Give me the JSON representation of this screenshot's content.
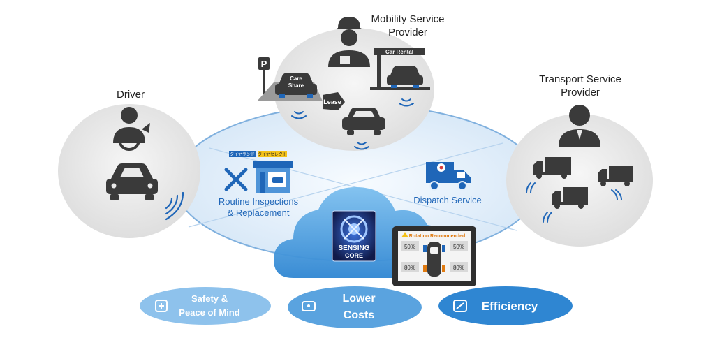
{
  "nodes": {
    "driver": "Driver",
    "mobility_line1": "Mobility Service",
    "mobility_line2": "Provider",
    "transport_line1": "Transport Service",
    "transport_line2": "Provider"
  },
  "services": {
    "routine_line1": "Routine Inspections",
    "routine_line2": "& Replacement",
    "dispatch": "Dispatch Service",
    "shop_sign_1": "タイヤランド",
    "shop_sign_2": "タイヤセレクト"
  },
  "mobility_items": {
    "parking_sign": "P",
    "care_share_line1": "Care",
    "care_share_line2": "Share",
    "lease": "Lease",
    "car_rental": "Car Rental"
  },
  "sensing_core": {
    "line1": "SENSING",
    "line2": "CORE"
  },
  "tablet": {
    "alert": "Rotation Recommended",
    "tire_front_left": "50%",
    "tire_front_right": "50%",
    "tire_rear_left": "80%",
    "tire_rear_right": "80%"
  },
  "benefits": {
    "safety_line1": "Safety &",
    "safety_line2": "Peace of Mind",
    "costs_line1": "Lower",
    "costs_line2": "Costs",
    "efficiency": "Efficiency"
  },
  "colors": {
    "ring_fill": "#e4eff9",
    "ring_stroke": "#7fb0de",
    "node_fill": "#e9e9e9",
    "icon_dark": "#3a3a3a",
    "accent_blue": "#1f66b8",
    "pill_light": "#8ec2ec",
    "pill_mid": "#5aa3df",
    "pill_dark": "#2f86d2"
  }
}
